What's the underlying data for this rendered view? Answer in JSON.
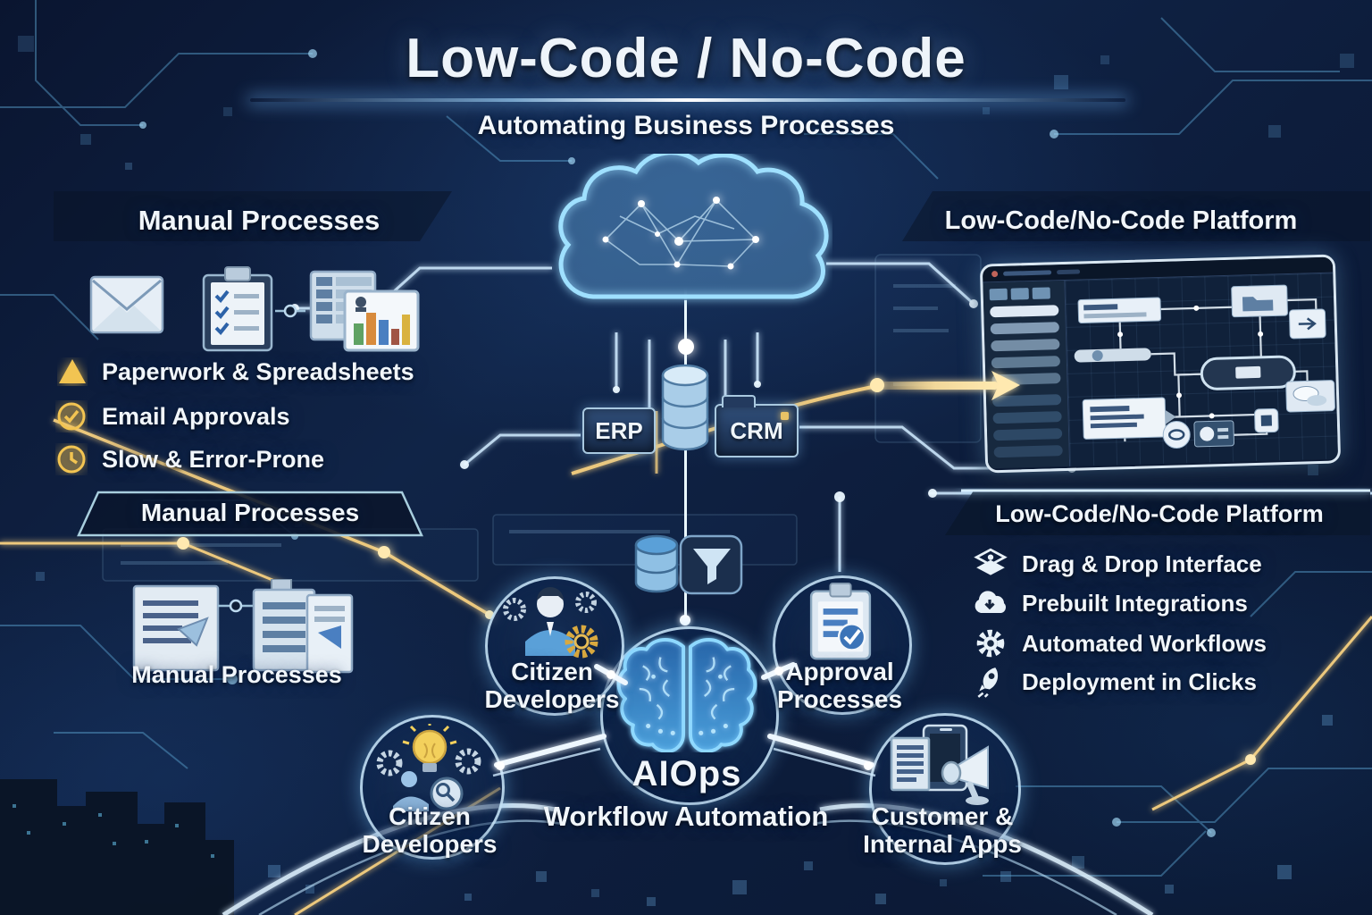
{
  "title": "Low-Code / No-Code",
  "subtitle": "Automating Business Processes",
  "colors": {
    "background": "#0d1d3c",
    "accent_cyan": "#7fd4ff",
    "accent_gold": "#ecc87d",
    "text": "#f1f6fb"
  },
  "manual_section": {
    "heading": "Manual Processes",
    "bullets": [
      {
        "icon": "warning-triangle-icon",
        "label": "Paperwork & Spreadsheets"
      },
      {
        "icon": "check-circle-icon",
        "label": "Email Approvals"
      },
      {
        "icon": "clock-circle-icon",
        "label": "Slow & Error-Prone"
      }
    ],
    "banner": "Manual Processes",
    "caption": "Manual Processes"
  },
  "platform_section": {
    "heading": "Low-Code/No-Code Platform",
    "subheading": "Low-Code/No-Code Platform",
    "features": [
      {
        "icon": "drag-drop-icon",
        "label": "Drag & Drop Interface"
      },
      {
        "icon": "cloud-integration-icon",
        "label": "Prebuilt Integrations"
      },
      {
        "icon": "gear-icon",
        "label": "Automated Workflows"
      },
      {
        "icon": "rocket-icon",
        "label": "Deployment in Clicks"
      }
    ]
  },
  "systems": {
    "erp": "ERP",
    "crm": "CRM"
  },
  "automation_hub": {
    "core_label": "AIOps",
    "core_caption": "Workflow Automation",
    "satellites": [
      {
        "id": "citizen-developers-upper",
        "label": "Citizen\nDevelopers"
      },
      {
        "id": "approval-processes",
        "label": "Approval\nProcesses"
      },
      {
        "id": "citizen-developers-lower",
        "label": "Citizen\nDevelopers"
      },
      {
        "id": "customer-internal-apps",
        "label": "Customer &\nInternal Apps"
      }
    ]
  }
}
